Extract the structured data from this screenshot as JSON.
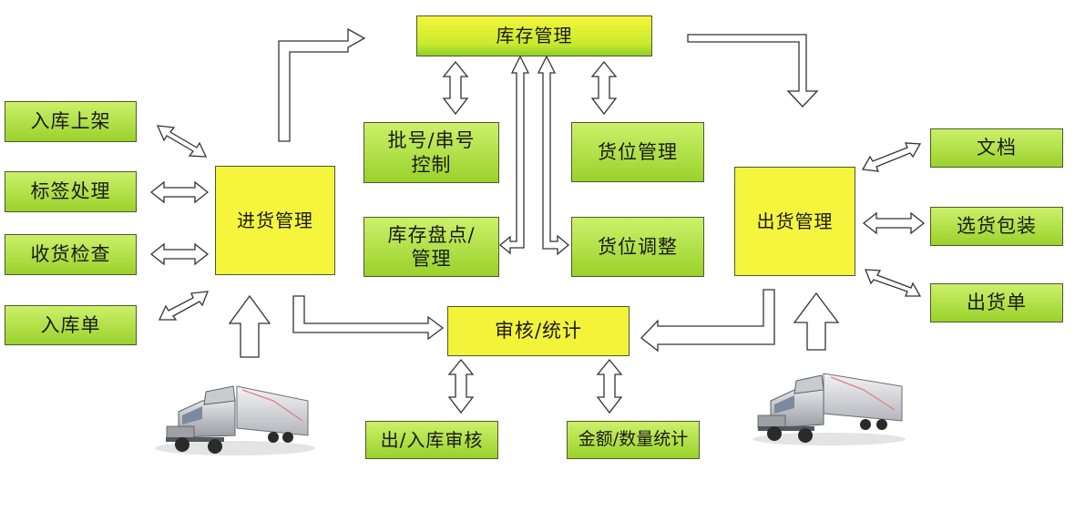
{
  "nodes": {
    "inventory_mgmt": "库存管理",
    "inbound_mgmt": "进货管理",
    "outbound_mgmt": "出货管理",
    "audit_stats": "审核/统计",
    "batch_serial": "批号/串号\n控制",
    "location_mgmt": "货位管理",
    "stocktake": "库存盘点/\n管理",
    "location_adjust": "货位调整",
    "putaway": "入库上架",
    "label_processing": "标签处理",
    "receiving_check": "收货检查",
    "inbound_order": "入库单",
    "documents": "文档",
    "picking_packing": "选货包装",
    "outbound_order": "出货单",
    "inout_audit": "出/入库审核",
    "amount_qty_stats": "金额/数量统计"
  },
  "colors": {
    "box_green": "#9ad22c",
    "box_yellow": "#f3f33a",
    "border": "#4d5a2a",
    "arrow_outline": "#333333"
  }
}
